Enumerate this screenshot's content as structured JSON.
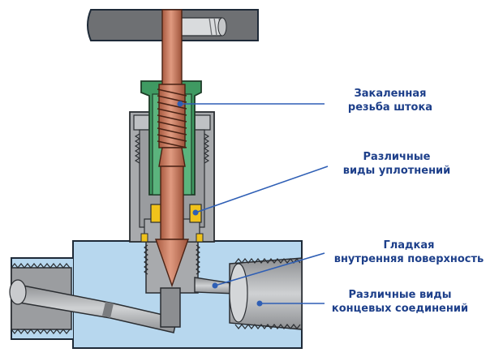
{
  "callouts": [
    {
      "id": "stem-thread",
      "line1": "Закаленная",
      "line2": "резьба штока"
    },
    {
      "id": "seals",
      "line1": "Различные",
      "line2": "виды уплотнений"
    },
    {
      "id": "inner-surface",
      "line1": "Гладкая",
      "line2": "внутренняя поверхность"
    },
    {
      "id": "end-connections",
      "line1": "Различные виды",
      "line2": "концевых соединений"
    }
  ],
  "colors": {
    "body_fill": "#b7d7ee",
    "steel_fill": "#a8aaad",
    "steel_dark": "#6e7073",
    "stem_fill": "#c8775c",
    "thread_green": "#3f9a62",
    "seal_yellow": "#f0c21b",
    "callout_line": "#2f5fb5",
    "label_text": "#1d3f8a"
  }
}
